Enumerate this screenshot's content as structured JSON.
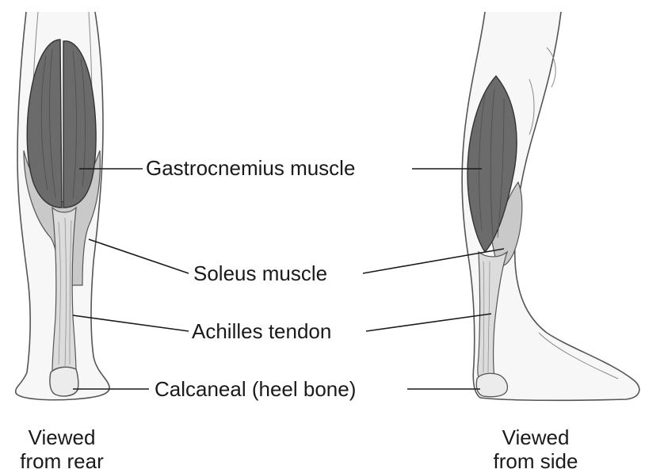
{
  "labels": {
    "gastrocnemius": "Gastrocnemius muscle",
    "soleus": "Soleus muscle",
    "achilles": "Achilles tendon",
    "calcaneal": "Calcaneal (heel bone)"
  },
  "captions": {
    "rear_line1": "Viewed",
    "rear_line2": "from rear",
    "side_line1": "Viewed",
    "side_line2": "from side"
  },
  "colors": {
    "skin_outline": "#555555",
    "gastrocnemius": "#6b6b6b",
    "soleus": "#c9c9c9",
    "tendon": "#dcdcdc",
    "bone": "#ececec",
    "leader_line": "#1a1a1a"
  }
}
